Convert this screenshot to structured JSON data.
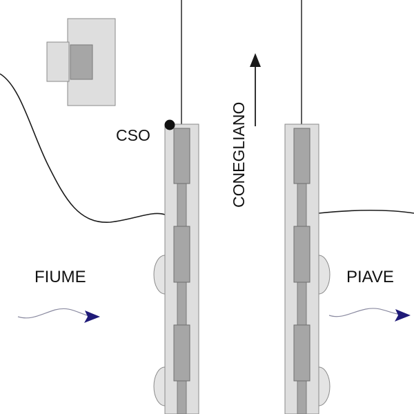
{
  "labels": {
    "cso": "CSO",
    "conegliano": "CONEGLIANO",
    "fiume": "FIUME",
    "piave": "PIAVE"
  },
  "icons": {
    "direction_arrow": "arrow-up-icon",
    "flow_arrow_left": "flow-arrow-right-icon",
    "flow_arrow_right": "flow-arrow-right-icon"
  },
  "colors": {
    "background": "#ffffff",
    "pier_outer": "#dedede",
    "pier_block": "#a6a6a6",
    "outline": "#7a7a7a",
    "line": "#1a1a1a",
    "flow_arrow": "#1f1a78",
    "flow_wave": "#8a8aa0"
  }
}
